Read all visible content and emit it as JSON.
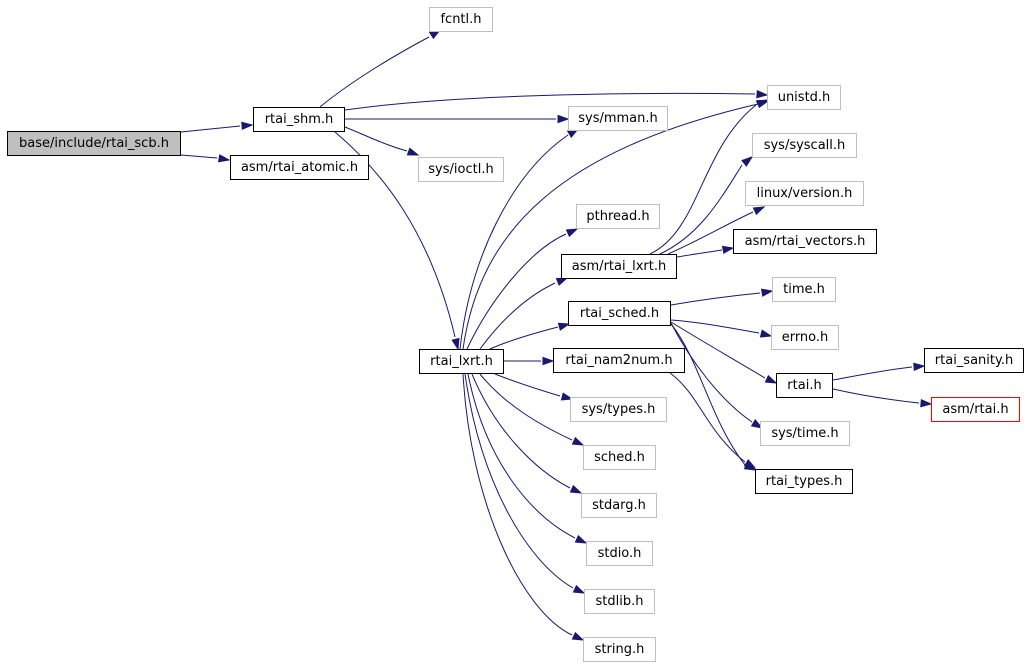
{
  "graph": {
    "edge_color": "#191970",
    "root_fill": "#bfbfbf",
    "documented_border": "#000000",
    "undocumented_border": "#bfbfbf",
    "truncated_border": "#ff0000",
    "nodes": {
      "root": "base/include/rtai_scb.h",
      "rtai_shm": "rtai_shm.h",
      "asm_rtai_atomic": "asm/rtai_atomic.h",
      "fcntl": "fcntl.h",
      "unistd": "unistd.h",
      "sys_mman": "sys/mman.h",
      "sys_ioctl": "sys/ioctl.h",
      "sys_syscall": "sys/syscall.h",
      "linux_version": "linux/version.h",
      "pthread": "pthread.h",
      "asm_rtai_vectors": "asm/rtai_vectors.h",
      "asm_rtai_lxrt": "asm/rtai_lxrt.h",
      "time": "time.h",
      "rtai_sched": "rtai_sched.h",
      "errno": "errno.h",
      "rtai_lxrt": "rtai_lxrt.h",
      "rtai_nam2num": "rtai_nam2num.h",
      "rtai_sanity": "rtai_sanity.h",
      "rtai": "rtai.h",
      "asm_rtai": "asm/rtai.h",
      "sys_types": "sys/types.h",
      "sys_time": "sys/time.h",
      "sched": "sched.h",
      "rtai_types": "rtai_types.h",
      "stdarg": "stdarg.h",
      "stdio": "stdio.h",
      "stdlib": "stdlib.h",
      "string": "string.h"
    }
  }
}
